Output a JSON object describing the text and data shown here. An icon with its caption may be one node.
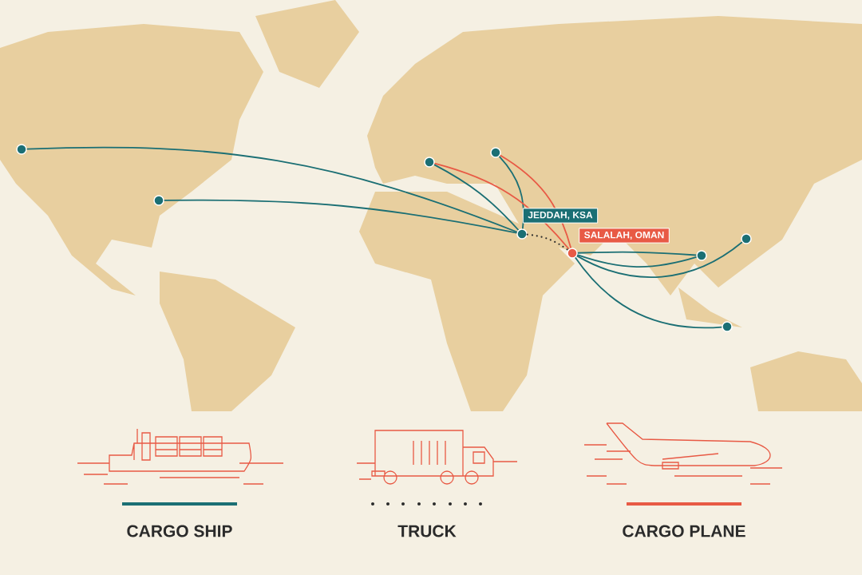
{
  "diagram": {
    "nodes": [
      {
        "text": [],
        "shape": "circle"
      },
      {
        "text": [],
        "shape": "circle"
      },
      {
        "text": [],
        "shape": "circle"
      },
      {
        "text": [],
        "shape": "circle"
      },
      {
        "text": [],
        "shape": "circle",
        "beside": [
          "JEDDAH, KSA"
        ]
      },
      {
        "text": [],
        "shape": "circle",
        "beside": [
          "SALALAH, OMAN"
        ]
      },
      {
        "text": [],
        "shape": "circle"
      },
      {
        "text": [],
        "shape": "circle"
      },
      {
        "text": [],
        "shape": "circle"
      }
    ],
    "edges": [
      {
        "from": 0,
        "to": 4,
        "arrow": "none"
      },
      {
        "from": 1,
        "to": 4,
        "arrow": "none"
      },
      {
        "from": 2,
        "to": 4,
        "arrow": "none"
      },
      {
        "from": 3,
        "to": 4,
        "arrow": "none"
      },
      {
        "from": 2,
        "to": 5,
        "arrow": "none",
        "color": "#e85a45"
      },
      {
        "from": 3,
        "to": 5,
        "arrow": "none",
        "color": "#e85a45"
      },
      {
        "from": 4,
        "to": 5,
        "arrow": "none",
        "style": "dashed",
        "color": "#2b2b2b"
      },
      {
        "from": 5,
        "to": 6,
        "arrow": "none"
      },
      {
        "from": 5,
        "to": 6,
        "arrow": "none"
      },
      {
        "from": 5,
        "to": 7,
        "arrow": "none"
      },
      {
        "from": 5,
        "to": 8,
        "arrow": "none"
      }
    ],
    "legend": [
      {
        "text": "CARGO  SHIP"
      },
      {
        "text": "TRUCK"
      },
      {
        "text": "CARGO PLANE"
      }
    ]
  }
}
